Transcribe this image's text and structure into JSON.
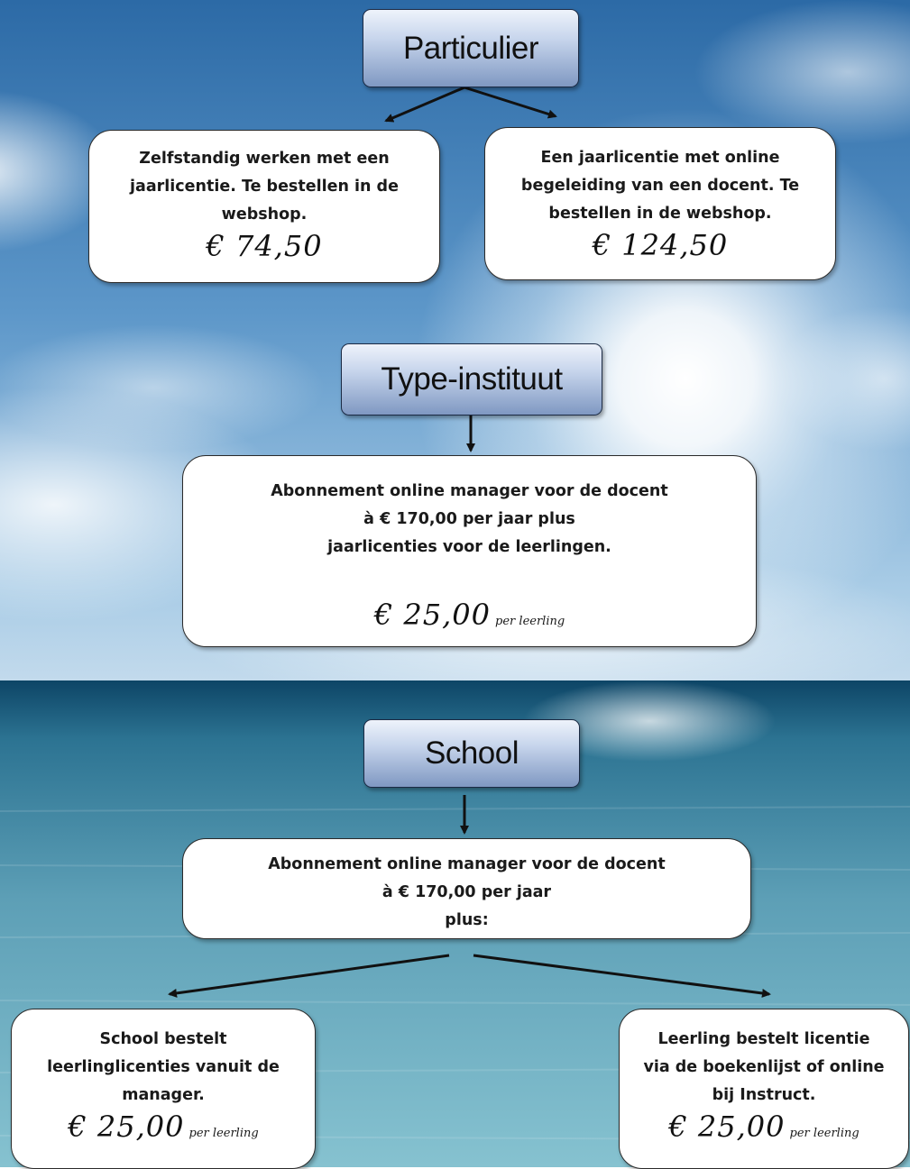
{
  "colors": {
    "sky_top": "#2b6aa8",
    "sky_mid": "#7fb0d8",
    "horizon": "#0f4f73",
    "sea": "#6fb0c3",
    "header_box": "#8ea6cf",
    "box_fill": "#ffffff",
    "arrow": "#111111"
  },
  "tiers": {
    "particulier": {
      "title": "Particulier",
      "options": [
        {
          "text": "Zelfstandig werken met een\njaarlicentie. Te bestellen in de\nwebshop.",
          "price": "€ 74,50"
        },
        {
          "text": "Een jaarlicentie met online\nbegeleiding van een docent. Te\nbestellen in de webshop.",
          "price": "€ 124,50"
        }
      ]
    },
    "type_instituut": {
      "title": "Type-instituut",
      "text": "Abonnement online manager voor de docent\nà € 170,00 per jaar plus\njaarlicenties voor de leerlingen.",
      "price": "€ 25,00",
      "unit": "per leerling"
    },
    "school": {
      "title": "School",
      "text": "Abonnement online manager voor de docent\nà € 170,00 per jaar\nplus:",
      "options": [
        {
          "text": "School bestelt\nleerlinglicenties vanuit de\nmanager.",
          "price": "€ 25,00",
          "unit": "per leerling"
        },
        {
          "text": "Leerling bestelt licentie\nvia de boekenlijst of online\nbij Instruct.",
          "price": "€ 25,00",
          "unit": "per leerling"
        }
      ]
    }
  }
}
